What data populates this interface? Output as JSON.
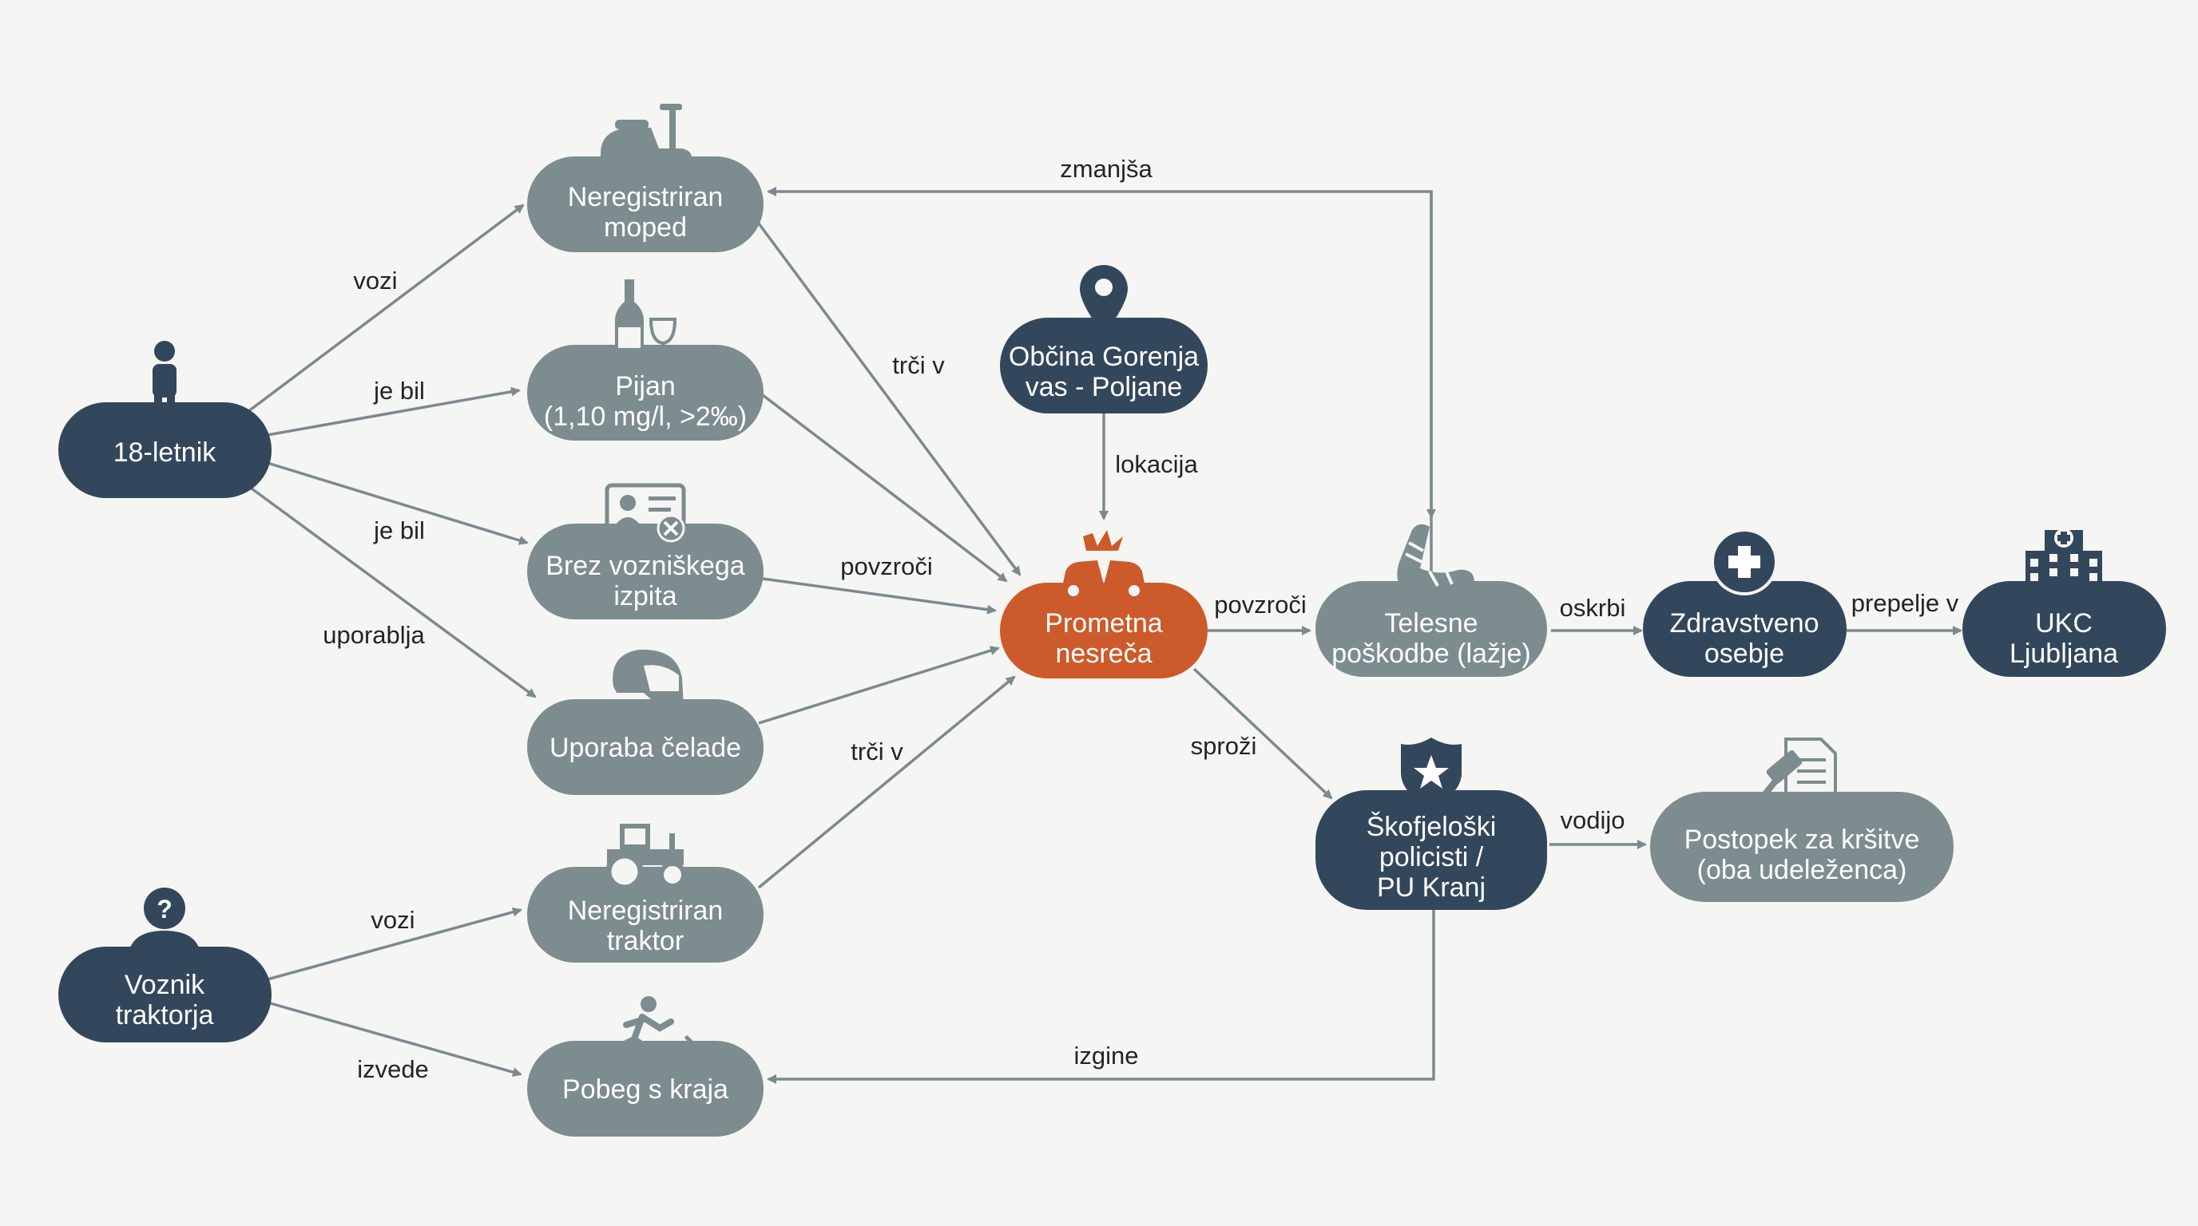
{
  "colors": {
    "dark": "#33475c",
    "light": "#7d8c8e",
    "accent": "#cc5a2a",
    "edge": "#7c8a8f",
    "text_on_light": "#ffffff",
    "text_on_dark": "#ffffff"
  },
  "nodes": {
    "eighteen": {
      "lines": [
        "18-letnik"
      ],
      "icon": "person-icon"
    },
    "moped": {
      "lines": [
        "Neregistriran",
        "moped"
      ],
      "icon": "moped-icon"
    },
    "drunk": {
      "lines": [
        "Pijan",
        "(1,10 mg/l, >2‰)"
      ],
      "icon": "wine-bottle-icon"
    },
    "license": {
      "lines": [
        "Brez vozniškega",
        "izpita"
      ],
      "icon": "id-card-icon"
    },
    "helmet": {
      "lines": [
        "Uporaba čelade"
      ],
      "icon": "helmet-icon"
    },
    "tractor": {
      "lines": [
        "Neregistriran",
        "traktor"
      ],
      "icon": "tractor-icon"
    },
    "driver": {
      "lines": [
        "Voznik",
        "traktorja"
      ],
      "icon": "unknown-person-icon"
    },
    "flee": {
      "lines": [
        "Pobeg s kraja"
      ],
      "icon": "running-person-icon"
    },
    "municipality": {
      "lines": [
        "Občina Gorenja",
        "vas - Poljane"
      ],
      "icon": "location-pin-icon"
    },
    "accident": {
      "lines": [
        "Prometna",
        "nesreča"
      ],
      "icon": "car-crash-icon"
    },
    "injuries": {
      "lines": [
        "Telesne",
        "poškodbe (lažje)"
      ],
      "icon": "bandaged-arm-icon"
    },
    "medics": {
      "lines": [
        "Zdravstveno",
        "osebje"
      ],
      "icon": "medical-cross-icon"
    },
    "ukc": {
      "lines": [
        "UKC",
        "Ljubljana"
      ],
      "icon": "hospital-icon"
    },
    "police": {
      "lines": [
        "Škofjeloški",
        "policisti /",
        "PU Kranj"
      ],
      "icon": "police-badge-icon"
    },
    "procedure": {
      "lines": [
        "Postopek za kršitve",
        "(oba udeleženca)"
      ],
      "icon": "gavel-document-icon"
    }
  },
  "edges": {
    "e1": "vozi",
    "e2": "je bil",
    "e3": "je bil",
    "e4": "uporablja",
    "e5": "trči v",
    "e6": "povzroči",
    "e7": "lokacija",
    "e8": "trči v",
    "e9": "zmanjša",
    "e10": "povzroči",
    "e11": "oskrbi",
    "e12": "prepelje v",
    "e13": "sproži",
    "e14": "vodijo",
    "e15": "izgine",
    "e16": "vozi",
    "e17": "izvede"
  }
}
